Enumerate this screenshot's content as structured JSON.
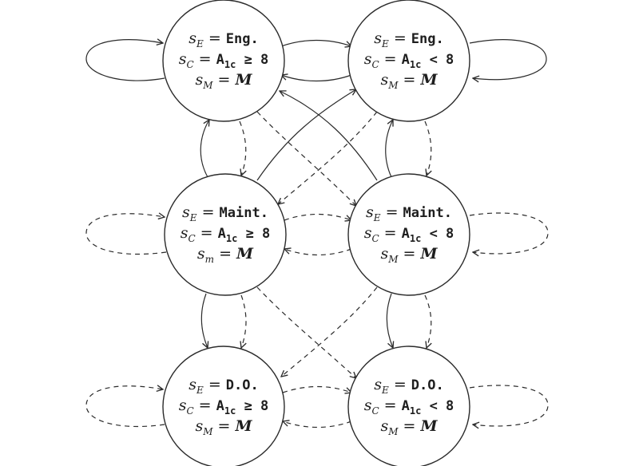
{
  "states": [
    {
      "id": "eng-hi",
      "lines": [
        [
          {
            "t": "s",
            "c": "it"
          },
          {
            "t": "E",
            "c": "it sub",
            "sub": true
          },
          {
            "t": " = "
          },
          {
            "t": "Eng.",
            "c": "mono"
          }
        ],
        [
          {
            "t": "s",
            "c": "it"
          },
          {
            "t": "C",
            "c": "it sub",
            "sub": true
          },
          {
            "t": " = "
          },
          {
            "t": "A",
            "c": "mono"
          },
          {
            "t": "1c",
            "c": "mono sub",
            "sub": true
          },
          {
            "t": " ≥ 8",
            "c": "mono"
          }
        ],
        [
          {
            "t": "s",
            "c": "it"
          },
          {
            "t": "M",
            "c": "it sub",
            "sub": true
          },
          {
            "t": " = "
          },
          {
            "t": "M",
            "c": "bi"
          }
        ]
      ]
    },
    {
      "id": "eng-lo",
      "lines": [
        [
          {
            "t": "s",
            "c": "it"
          },
          {
            "t": "E",
            "c": "it sub",
            "sub": true
          },
          {
            "t": " = "
          },
          {
            "t": "Eng.",
            "c": "mono"
          }
        ],
        [
          {
            "t": "s",
            "c": "it"
          },
          {
            "t": "C",
            "c": "it sub",
            "sub": true
          },
          {
            "t": " = "
          },
          {
            "t": "A",
            "c": "mono"
          },
          {
            "t": "1c",
            "c": "mono sub",
            "sub": true
          },
          {
            "t": " < 8",
            "c": "mono"
          }
        ],
        [
          {
            "t": "s",
            "c": "it"
          },
          {
            "t": "M",
            "c": "it sub",
            "sub": true
          },
          {
            "t": " = "
          },
          {
            "t": "M",
            "c": "bi"
          }
        ]
      ]
    },
    {
      "id": "maint-hi",
      "lines": [
        [
          {
            "t": "s",
            "c": "it"
          },
          {
            "t": "E",
            "c": "it sub",
            "sub": true
          },
          {
            "t": " = "
          },
          {
            "t": "Maint.",
            "c": "mono"
          }
        ],
        [
          {
            "t": "s",
            "c": "it"
          },
          {
            "t": "C",
            "c": "it sub",
            "sub": true
          },
          {
            "t": " = "
          },
          {
            "t": "A",
            "c": "mono"
          },
          {
            "t": "1c",
            "c": "mono sub",
            "sub": true
          },
          {
            "t": " ≥ 8",
            "c": "mono"
          }
        ],
        [
          {
            "t": "s",
            "c": "it"
          },
          {
            "t": "m",
            "c": "it sub",
            "sub": true
          },
          {
            "t": " = "
          },
          {
            "t": "M",
            "c": "bi"
          }
        ]
      ]
    },
    {
      "id": "maint-lo",
      "lines": [
        [
          {
            "t": "s",
            "c": "it"
          },
          {
            "t": "E",
            "c": "it sub",
            "sub": true
          },
          {
            "t": " = "
          },
          {
            "t": "Maint.",
            "c": "mono"
          }
        ],
        [
          {
            "t": "s",
            "c": "it"
          },
          {
            "t": "C",
            "c": "it sub",
            "sub": true
          },
          {
            "t": " = "
          },
          {
            "t": "A",
            "c": "mono"
          },
          {
            "t": "1c",
            "c": "mono sub",
            "sub": true
          },
          {
            "t": " < 8",
            "c": "mono"
          }
        ],
        [
          {
            "t": "s",
            "c": "it"
          },
          {
            "t": "M",
            "c": "it sub",
            "sub": true
          },
          {
            "t": " = "
          },
          {
            "t": "M",
            "c": "bi"
          }
        ]
      ]
    },
    {
      "id": "do-hi",
      "lines": [
        [
          {
            "t": "s",
            "c": "it"
          },
          {
            "t": "E",
            "c": "it sub",
            "sub": true
          },
          {
            "t": " = "
          },
          {
            "t": "D.O.",
            "c": "mono"
          }
        ],
        [
          {
            "t": "s",
            "c": "it"
          },
          {
            "t": "C",
            "c": "it sub",
            "sub": true
          },
          {
            "t": " = "
          },
          {
            "t": "A",
            "c": "mono"
          },
          {
            "t": "1c",
            "c": "mono sub",
            "sub": true
          },
          {
            "t": " ≥ 8",
            "c": "mono"
          }
        ],
        [
          {
            "t": "s",
            "c": "it"
          },
          {
            "t": "M",
            "c": "it sub",
            "sub": true
          },
          {
            "t": " = "
          },
          {
            "t": "M",
            "c": "bi"
          }
        ]
      ]
    },
    {
      "id": "do-lo",
      "lines": [
        [
          {
            "t": "s",
            "c": "it"
          },
          {
            "t": "E",
            "c": "it sub",
            "sub": true
          },
          {
            "t": " = "
          },
          {
            "t": "D.O.",
            "c": "mono"
          }
        ],
        [
          {
            "t": "s",
            "c": "it"
          },
          {
            "t": "C",
            "c": "it sub",
            "sub": true
          },
          {
            "t": " = "
          },
          {
            "t": "A",
            "c": "mono"
          },
          {
            "t": "1c",
            "c": "mono sub",
            "sub": true
          },
          {
            "t": " < 8",
            "c": "mono"
          }
        ],
        [
          {
            "t": "s",
            "c": "it"
          },
          {
            "t": "M",
            "c": "it sub",
            "sub": true
          },
          {
            "t": " = "
          },
          {
            "t": "M",
            "c": "bi"
          }
        ]
      ]
    }
  ],
  "transitions": [
    {
      "from": "eng-hi",
      "to": "eng-hi",
      "style": "solid"
    },
    {
      "from": "eng-lo",
      "to": "eng-lo",
      "style": "solid"
    },
    {
      "from": "eng-hi",
      "to": "eng-lo",
      "style": "solid"
    },
    {
      "from": "eng-lo",
      "to": "eng-hi",
      "style": "solid"
    },
    {
      "from": "maint-hi",
      "to": "eng-hi",
      "style": "solid"
    },
    {
      "from": "eng-hi",
      "to": "maint-hi",
      "style": "dashed"
    },
    {
      "from": "maint-lo",
      "to": "eng-lo",
      "style": "solid"
    },
    {
      "from": "eng-lo",
      "to": "maint-lo",
      "style": "dashed"
    },
    {
      "from": "maint-hi",
      "to": "eng-lo",
      "style": "solid"
    },
    {
      "from": "maint-lo",
      "to": "eng-hi",
      "style": "solid"
    },
    {
      "from": "eng-hi",
      "to": "maint-lo",
      "style": "dashed"
    },
    {
      "from": "eng-lo",
      "to": "maint-hi",
      "style": "dashed"
    },
    {
      "from": "maint-hi",
      "to": "maint-hi",
      "style": "dashed"
    },
    {
      "from": "maint-lo",
      "to": "maint-lo",
      "style": "dashed"
    },
    {
      "from": "maint-hi",
      "to": "maint-lo",
      "style": "dashed"
    },
    {
      "from": "maint-lo",
      "to": "maint-hi",
      "style": "dashed"
    },
    {
      "from": "maint-hi",
      "to": "do-hi",
      "style": "solid"
    },
    {
      "from": "maint-hi",
      "to": "do-hi",
      "style": "dashed"
    },
    {
      "from": "maint-lo",
      "to": "do-lo",
      "style": "solid"
    },
    {
      "from": "maint-lo",
      "to": "do-lo",
      "style": "dashed"
    },
    {
      "from": "maint-hi",
      "to": "do-lo",
      "style": "dashed"
    },
    {
      "from": "maint-lo",
      "to": "do-hi",
      "style": "dashed"
    },
    {
      "from": "do-hi",
      "to": "do-hi",
      "style": "dashed"
    },
    {
      "from": "do-lo",
      "to": "do-lo",
      "style": "dashed"
    },
    {
      "from": "do-hi",
      "to": "do-lo",
      "style": "dashed"
    },
    {
      "from": "do-lo",
      "to": "do-hi",
      "style": "dashed"
    }
  ]
}
